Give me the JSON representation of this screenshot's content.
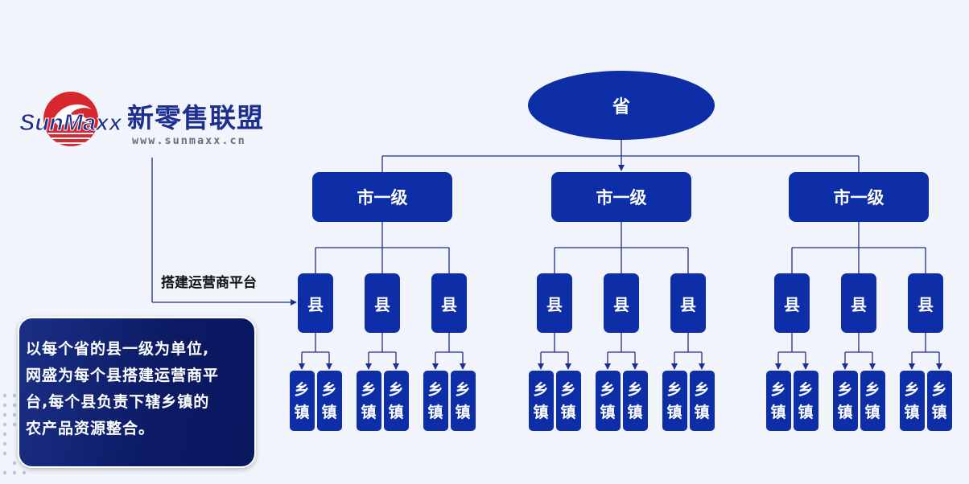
{
  "brand": {
    "logo_text": "SunMaxx",
    "name": "新零售联盟",
    "website": "www.sunmaxx.cn"
  },
  "callout": "搭建运营商平台",
  "note": {
    "lines": [
      "以每个省的县一级为单位,",
      "网盛为每个县搭建运营商平",
      "台,每个县负责下辖乡镇的",
      "农产品资源整合。"
    ]
  },
  "hierarchy": {
    "province": "省",
    "cities": [
      {
        "label": "市一级",
        "counties": [
          {
            "label": "县",
            "towns": [
              [
                "乡",
                "镇"
              ],
              [
                "乡",
                "镇"
              ]
            ]
          },
          {
            "label": "县",
            "towns": [
              [
                "乡",
                "镇"
              ],
              [
                "乡",
                "镇"
              ]
            ]
          },
          {
            "label": "县",
            "towns": [
              [
                "乡",
                "镇"
              ],
              [
                "乡",
                "镇"
              ]
            ]
          }
        ]
      },
      {
        "label": "市一级",
        "counties": [
          {
            "label": "县",
            "towns": [
              [
                "乡",
                "镇"
              ],
              [
                "乡",
                "镇"
              ]
            ]
          },
          {
            "label": "县",
            "towns": [
              [
                "乡",
                "镇"
              ],
              [
                "乡",
                "镇"
              ]
            ]
          },
          {
            "label": "县",
            "towns": [
              [
                "乡",
                "镇"
              ],
              [
                "乡",
                "镇"
              ]
            ]
          }
        ]
      },
      {
        "label": "市一级",
        "counties": [
          {
            "label": "县",
            "towns": [
              [
                "乡",
                "镇"
              ],
              [
                "乡",
                "镇"
              ]
            ]
          },
          {
            "label": "县",
            "towns": [
              [
                "乡",
                "镇"
              ],
              [
                "乡",
                "镇"
              ]
            ]
          },
          {
            "label": "县",
            "towns": [
              [
                "乡",
                "镇"
              ],
              [
                "乡",
                "镇"
              ]
            ]
          }
        ]
      }
    ]
  },
  "colors": {
    "node_fill": "#0d2ea6",
    "connector": "#1d2f8f",
    "note_fill": "#0b1a63",
    "logo_red": "#d8282f"
  }
}
